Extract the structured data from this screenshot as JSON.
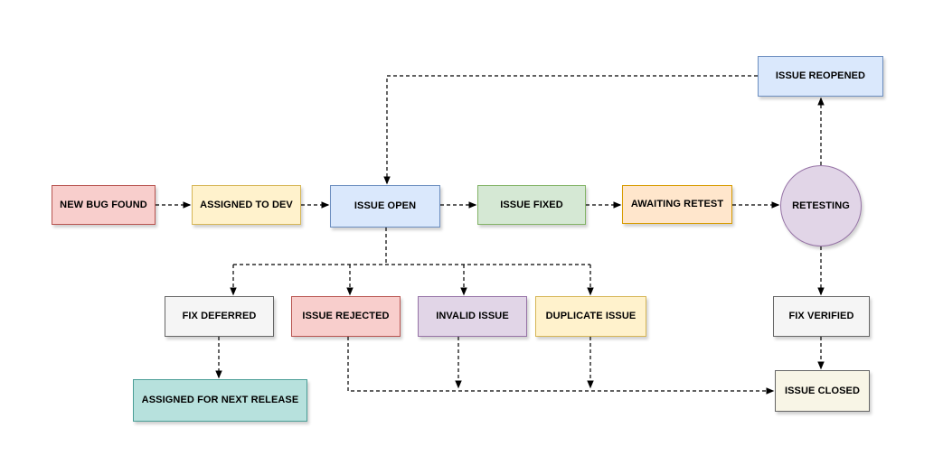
{
  "diagram": {
    "type": "flowchart",
    "background": "#ffffff",
    "connector_color": "#000000",
    "connector_style": "dashed"
  },
  "nodes": [
    {
      "id": "new-bug-found",
      "label": "NEW BUG FOUND",
      "shape": "rectangle",
      "fill": "#f8cecc",
      "stroke": "#b85450"
    },
    {
      "id": "assigned-to-dev",
      "label": "ASSIGNED TO DEV",
      "shape": "rectangle",
      "fill": "#fff2cc",
      "stroke": "#d6b656"
    },
    {
      "id": "issue-open",
      "label": "ISSUE OPEN",
      "shape": "rectangle",
      "fill": "#dae8fc",
      "stroke": "#6c8ebf"
    },
    {
      "id": "issue-fixed",
      "label": "ISSUE FIXED",
      "shape": "rectangle",
      "fill": "#d5e8d4",
      "stroke": "#82b366"
    },
    {
      "id": "awaiting-retest",
      "label": "AWAITING RETEST",
      "shape": "rectangle",
      "fill": "#ffe6cc",
      "stroke": "#d79b00"
    },
    {
      "id": "retesting",
      "label": "RETESTING",
      "shape": "circle",
      "fill": "#e1d5e7",
      "stroke": "#9673a6"
    },
    {
      "id": "issue-reopened",
      "label": "ISSUE REOPENED",
      "shape": "rectangle",
      "fill": "#dae8fc",
      "stroke": "#6c8ebf"
    },
    {
      "id": "fix-deferred",
      "label": "FIX DEFERRED",
      "shape": "rectangle",
      "fill": "#f5f5f5",
      "stroke": "#666666"
    },
    {
      "id": "issue-rejected",
      "label": "ISSUE REJECTED",
      "shape": "rectangle",
      "fill": "#f8cecc",
      "stroke": "#b85450"
    },
    {
      "id": "invalid-issue",
      "label": "INVALID ISSUE",
      "shape": "rectangle",
      "fill": "#e1d5e7",
      "stroke": "#9673a6"
    },
    {
      "id": "duplicate-issue",
      "label": "DUPLICATE ISSUE",
      "shape": "rectangle",
      "fill": "#fff2cc",
      "stroke": "#d6b656"
    },
    {
      "id": "fix-verified",
      "label": "FIX VERIFIED",
      "shape": "rectangle",
      "fill": "#f5f5f5",
      "stroke": "#666666"
    },
    {
      "id": "issue-closed",
      "label": "ISSUE CLOSED",
      "shape": "rectangle",
      "fill": "#f8f5e6",
      "stroke": "#666666"
    },
    {
      "id": "assigned-for-next-release",
      "label": "ASSIGNED FOR NEXT RELEASE",
      "shape": "rectangle",
      "fill": "#b7e1dd",
      "stroke": "#4b9e97"
    }
  ],
  "edges": [
    {
      "from": "NEW BUG FOUND",
      "to": "ASSIGNED TO DEV"
    },
    {
      "from": "ASSIGNED TO DEV",
      "to": "ISSUE OPEN"
    },
    {
      "from": "ISSUE OPEN",
      "to": "ISSUE FIXED"
    },
    {
      "from": "ISSUE FIXED",
      "to": "AWAITING RETEST"
    },
    {
      "from": "AWAITING RETEST",
      "to": "RETESTING"
    },
    {
      "from": "RETESTING",
      "to": "ISSUE REOPENED"
    },
    {
      "from": "ISSUE REOPENED",
      "to": "ISSUE OPEN"
    },
    {
      "from": "ISSUE OPEN",
      "to": "FIX DEFERRED"
    },
    {
      "from": "ISSUE OPEN",
      "to": "ISSUE REJECTED"
    },
    {
      "from": "ISSUE OPEN",
      "to": "INVALID ISSUE"
    },
    {
      "from": "ISSUE OPEN",
      "to": "DUPLICATE ISSUE"
    },
    {
      "from": "FIX DEFERRED",
      "to": "ASSIGNED FOR NEXT RELEASE"
    },
    {
      "from": "ISSUE REJECTED",
      "to": "ISSUE CLOSED"
    },
    {
      "from": "INVALID ISSUE",
      "to": "ISSUE CLOSED"
    },
    {
      "from": "DUPLICATE ISSUE",
      "to": "ISSUE CLOSED"
    },
    {
      "from": "RETESTING",
      "to": "FIX VERIFIED"
    },
    {
      "from": "FIX VERIFIED",
      "to": "ISSUE CLOSED"
    }
  ]
}
